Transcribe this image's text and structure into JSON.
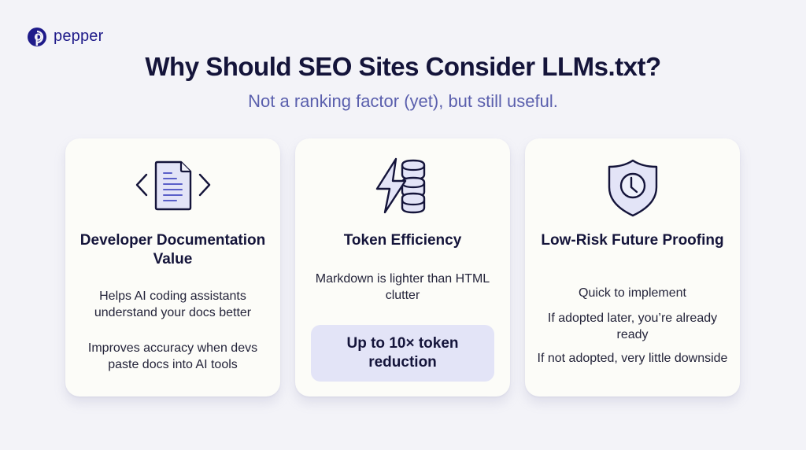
{
  "brand": {
    "name": "pepper",
    "logo_icon": "pepper-logo-icon",
    "color": "#1f1b8a"
  },
  "header": {
    "title": "Why Should SEO Sites Consider LLMs.txt?",
    "subtitle": "Not a ranking factor (yet), but still useful."
  },
  "colors": {
    "background": "#f3f3f8",
    "card": "#fcfcf8",
    "title": "#14143a",
    "subtitle": "#5a5fad",
    "icon_fill": "#e3e4f7",
    "icon_accent": "#5a5fc8",
    "highlight": "#e3e4f7"
  },
  "cards": [
    {
      "icon": "code-document-icon",
      "title": "Developer Documentation Value",
      "points": [
        "Helps AI coding assistants understand your docs better",
        "Improves accuracy when devs paste docs into AI tools"
      ]
    },
    {
      "icon": "lightning-coins-icon",
      "title": "Token Efficiency",
      "points": [
        "Markdown is lighter than HTML clutter"
      ],
      "highlight": "Up to 10× token reduction"
    },
    {
      "icon": "shield-clock-icon",
      "title": "Low-Risk Future Proofing",
      "points": [
        "Quick to implement",
        "If adopted later, you’re already ready",
        "If not adopted, very little downside"
      ]
    }
  ]
}
